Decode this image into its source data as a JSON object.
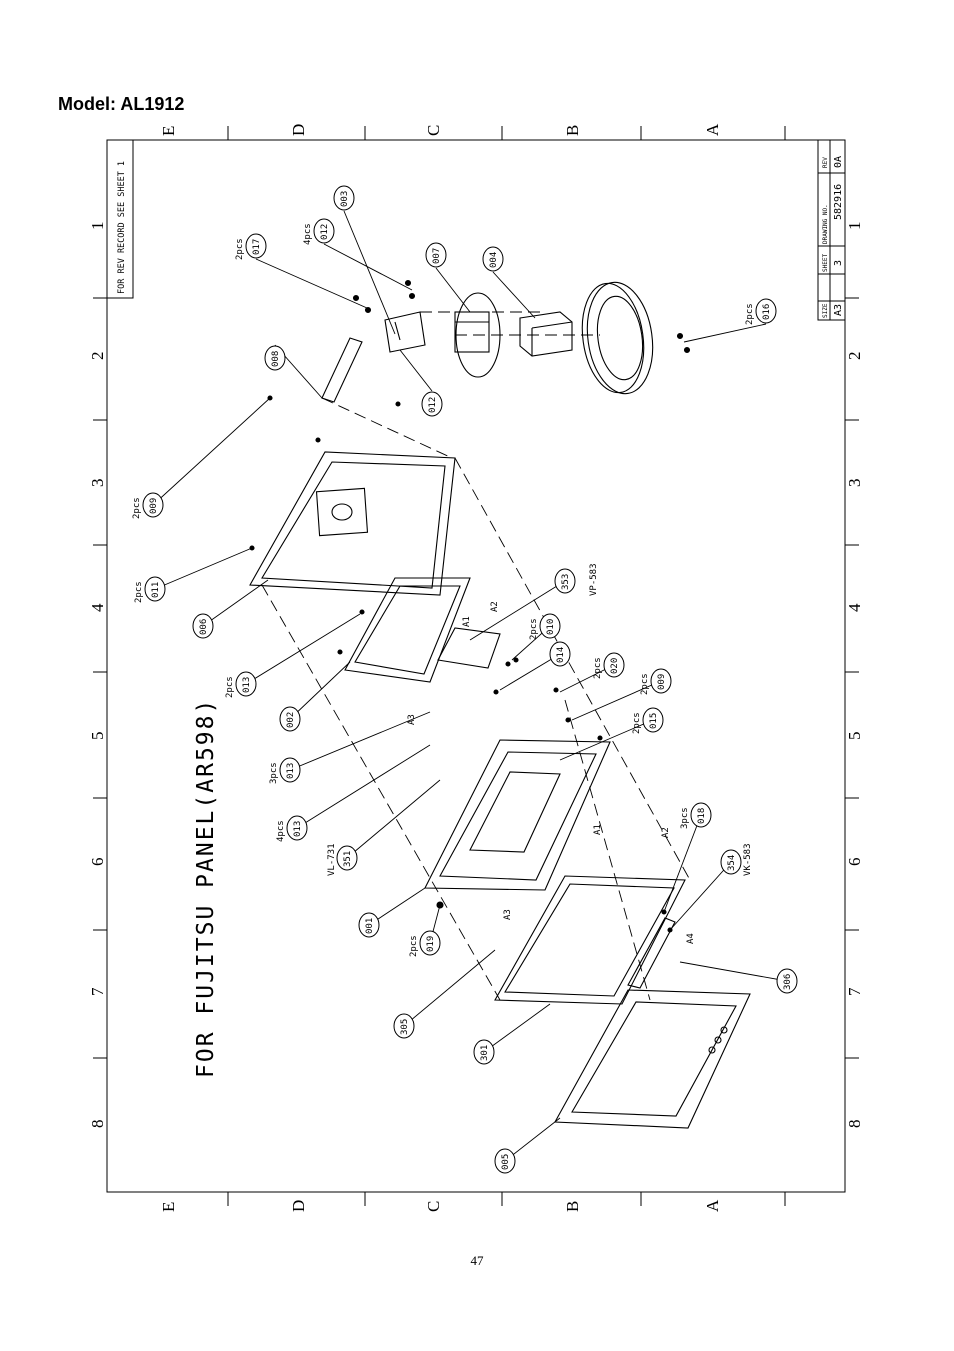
{
  "header": {
    "model": "Model: AL1912"
  },
  "footer": {
    "page_number": "47"
  },
  "frame": {
    "row_letters": [
      "E",
      "D",
      "C",
      "B",
      "A"
    ],
    "col_numbers": [
      "1",
      "2",
      "3",
      "4",
      "5",
      "6",
      "7",
      "8"
    ]
  },
  "title": "FOR FUJITSU PANEL(AR598)",
  "rev_note": "FOR REV RECORD SEE SHEET 1",
  "title_block": {
    "size_label": "SIZE",
    "size": "A3",
    "sheet_label": "SHEET",
    "sheet": "3",
    "drawing_no_label": "DRAWING NO.",
    "drawing_no": "582916",
    "rev_label": "REV",
    "rev": "0A"
  },
  "callouts": [
    {
      "id": "003",
      "qty": ""
    },
    {
      "id": "012",
      "qty": "4pcs"
    },
    {
      "id": "017",
      "qty": "2pcs"
    },
    {
      "id": "007",
      "qty": ""
    },
    {
      "id": "004",
      "qty": ""
    },
    {
      "id": "008",
      "qty": ""
    },
    {
      "id": "012",
      "qty": ""
    },
    {
      "id": "016",
      "qty": "2pcs"
    },
    {
      "id": "009",
      "qty": "2pcs"
    },
    {
      "id": "011",
      "qty": "2pcs"
    },
    {
      "id": "006",
      "qty": ""
    },
    {
      "id": "353",
      "qty": ""
    },
    {
      "id": "010",
      "qty": "2pcs"
    },
    {
      "id": "014",
      "qty": ""
    },
    {
      "id": "013",
      "qty": "2pcs"
    },
    {
      "id": "020",
      "qty": "2pcs"
    },
    {
      "id": "009",
      "qty": "2pcs"
    },
    {
      "id": "002",
      "qty": ""
    },
    {
      "id": "015",
      "qty": "2pcs"
    },
    {
      "id": "013",
      "qty": "3pcs"
    },
    {
      "id": "018",
      "qty": "3pcs"
    },
    {
      "id": "013",
      "qty": "4pcs"
    },
    {
      "id": "351",
      "qty": ""
    },
    {
      "id": "354",
      "qty": ""
    },
    {
      "id": "001",
      "qty": ""
    },
    {
      "id": "019",
      "qty": "2pcs"
    },
    {
      "id": "306",
      "qty": ""
    },
    {
      "id": "305",
      "qty": ""
    },
    {
      "id": "301",
      "qty": ""
    },
    {
      "id": "005",
      "qty": ""
    }
  ],
  "board_labels": [
    "VP-583",
    "VL-731",
    "VK-583"
  ],
  "connector_labels": [
    "A1",
    "A2",
    "A3",
    "A1",
    "A2",
    "A3",
    "A4"
  ]
}
